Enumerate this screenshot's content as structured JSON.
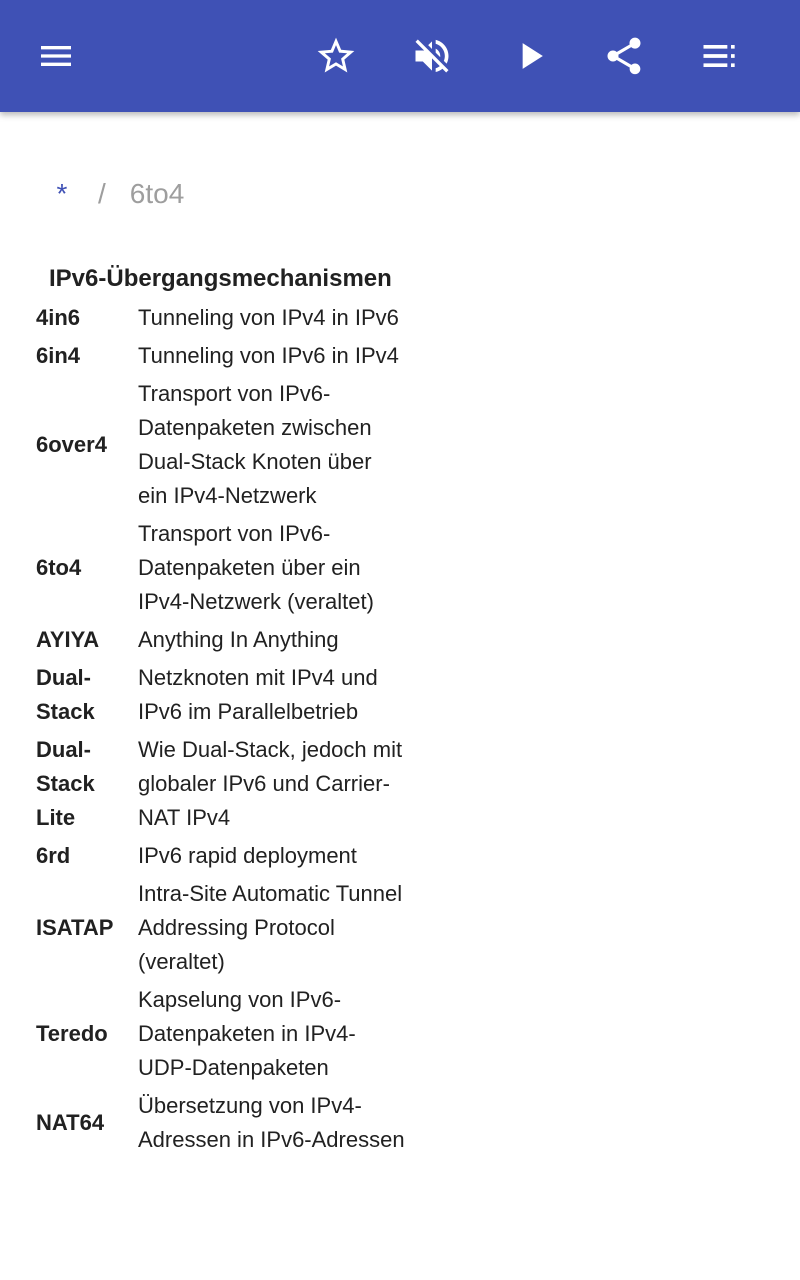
{
  "toolbar": {
    "icons": [
      "menu-icon",
      "star-outline-icon",
      "volume-off-icon",
      "play-icon",
      "share-icon",
      "playlist-icon"
    ],
    "color": "#3f51b5"
  },
  "breadcrumb": {
    "home": "*",
    "separator": "/",
    "current": "6to4"
  },
  "navbox": {
    "title": "IPv6-Übergangsmechanismen",
    "rows": [
      {
        "term": "4in6",
        "desc": "Tunneling von IPv4 in IPv6"
      },
      {
        "term": "6in4",
        "desc": "Tunneling von IPv6 in IPv4"
      },
      {
        "term": "6over4",
        "desc": "Transport von IPv6-Datenpaketen zwischen Dual-Stack Knoten über ein IPv4-Netzwerk"
      },
      {
        "term": "6to4",
        "desc": "Transport von IPv6-Datenpaketen über ein IPv4-Netzwerk (veraltet)"
      },
      {
        "term": "AYIYA",
        "desc": "Anything In Anything"
      },
      {
        "term": "Dual-Stack",
        "desc": "Netzknoten mit IPv4 und IPv6 im Parallelbetrieb"
      },
      {
        "term": "Dual-Stack Lite",
        "desc": "Wie Dual-Stack, jedoch mit globaler IPv6 und Carrier-NAT IPv4"
      },
      {
        "term": "6rd",
        "desc": "IPv6 rapid deployment"
      },
      {
        "term": "ISATAP",
        "desc": "Intra-Site Automatic Tunnel Addressing Protocol (veraltet)"
      },
      {
        "term": "Teredo",
        "desc": "Kapselung von IPv6-Datenpaketen in IPv4-UDP-Datenpaketen"
      },
      {
        "term": "NAT64",
        "desc": "Übersetzung von IPv4-Adressen in IPv6-Adressen"
      }
    ]
  }
}
